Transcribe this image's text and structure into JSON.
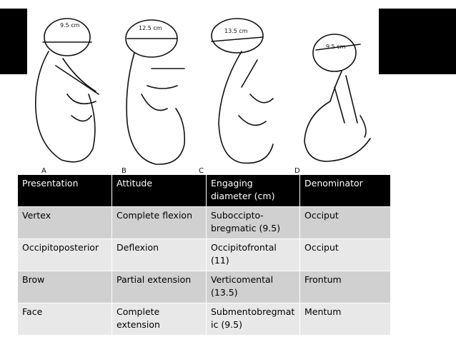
{
  "figure": {
    "measurements": [
      "9.5 cm",
      "12.5 cm",
      "13.5 cm",
      "9.5 cm"
    ],
    "panel_labels": [
      "A",
      "B",
      "C",
      "D"
    ]
  },
  "table": {
    "headers": [
      "Presentation",
      "Attitude",
      "Engaging diameter (cm)",
      "Denominator"
    ],
    "rows": [
      [
        "Vertex",
        "Complete flexion",
        "Suboccipto­bregmatic (9.5)",
        "Occiput"
      ],
      [
        "Occipitoposterior",
        "Deflexion",
        "Occipitofrontal (11)",
        "Occiput"
      ],
      [
        "Brow",
        "Partial extension",
        "Verticomental (13.5)",
        "Frontum"
      ],
      [
        "Face",
        "Complete extension",
        "Submentobregmatic (9.5)",
        "Mentum"
      ]
    ]
  },
  "colors": {
    "band": "#000000",
    "header_bg": "#000000",
    "row_a": "#d0d0d0",
    "row_b": "#e8e8e8"
  }
}
